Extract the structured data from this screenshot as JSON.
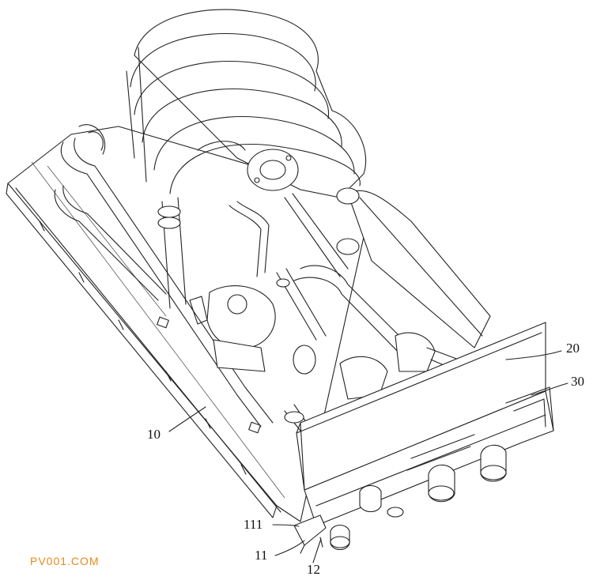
{
  "labels": {
    "l20": "20",
    "l30": "30",
    "l10": "10",
    "l111": "111",
    "l11": "11",
    "l12": "12"
  },
  "watermark": {
    "text": "PV001.COM",
    "color": "#e8891e"
  },
  "colors": {
    "line": "#222222",
    "background": "#ffffff"
  }
}
